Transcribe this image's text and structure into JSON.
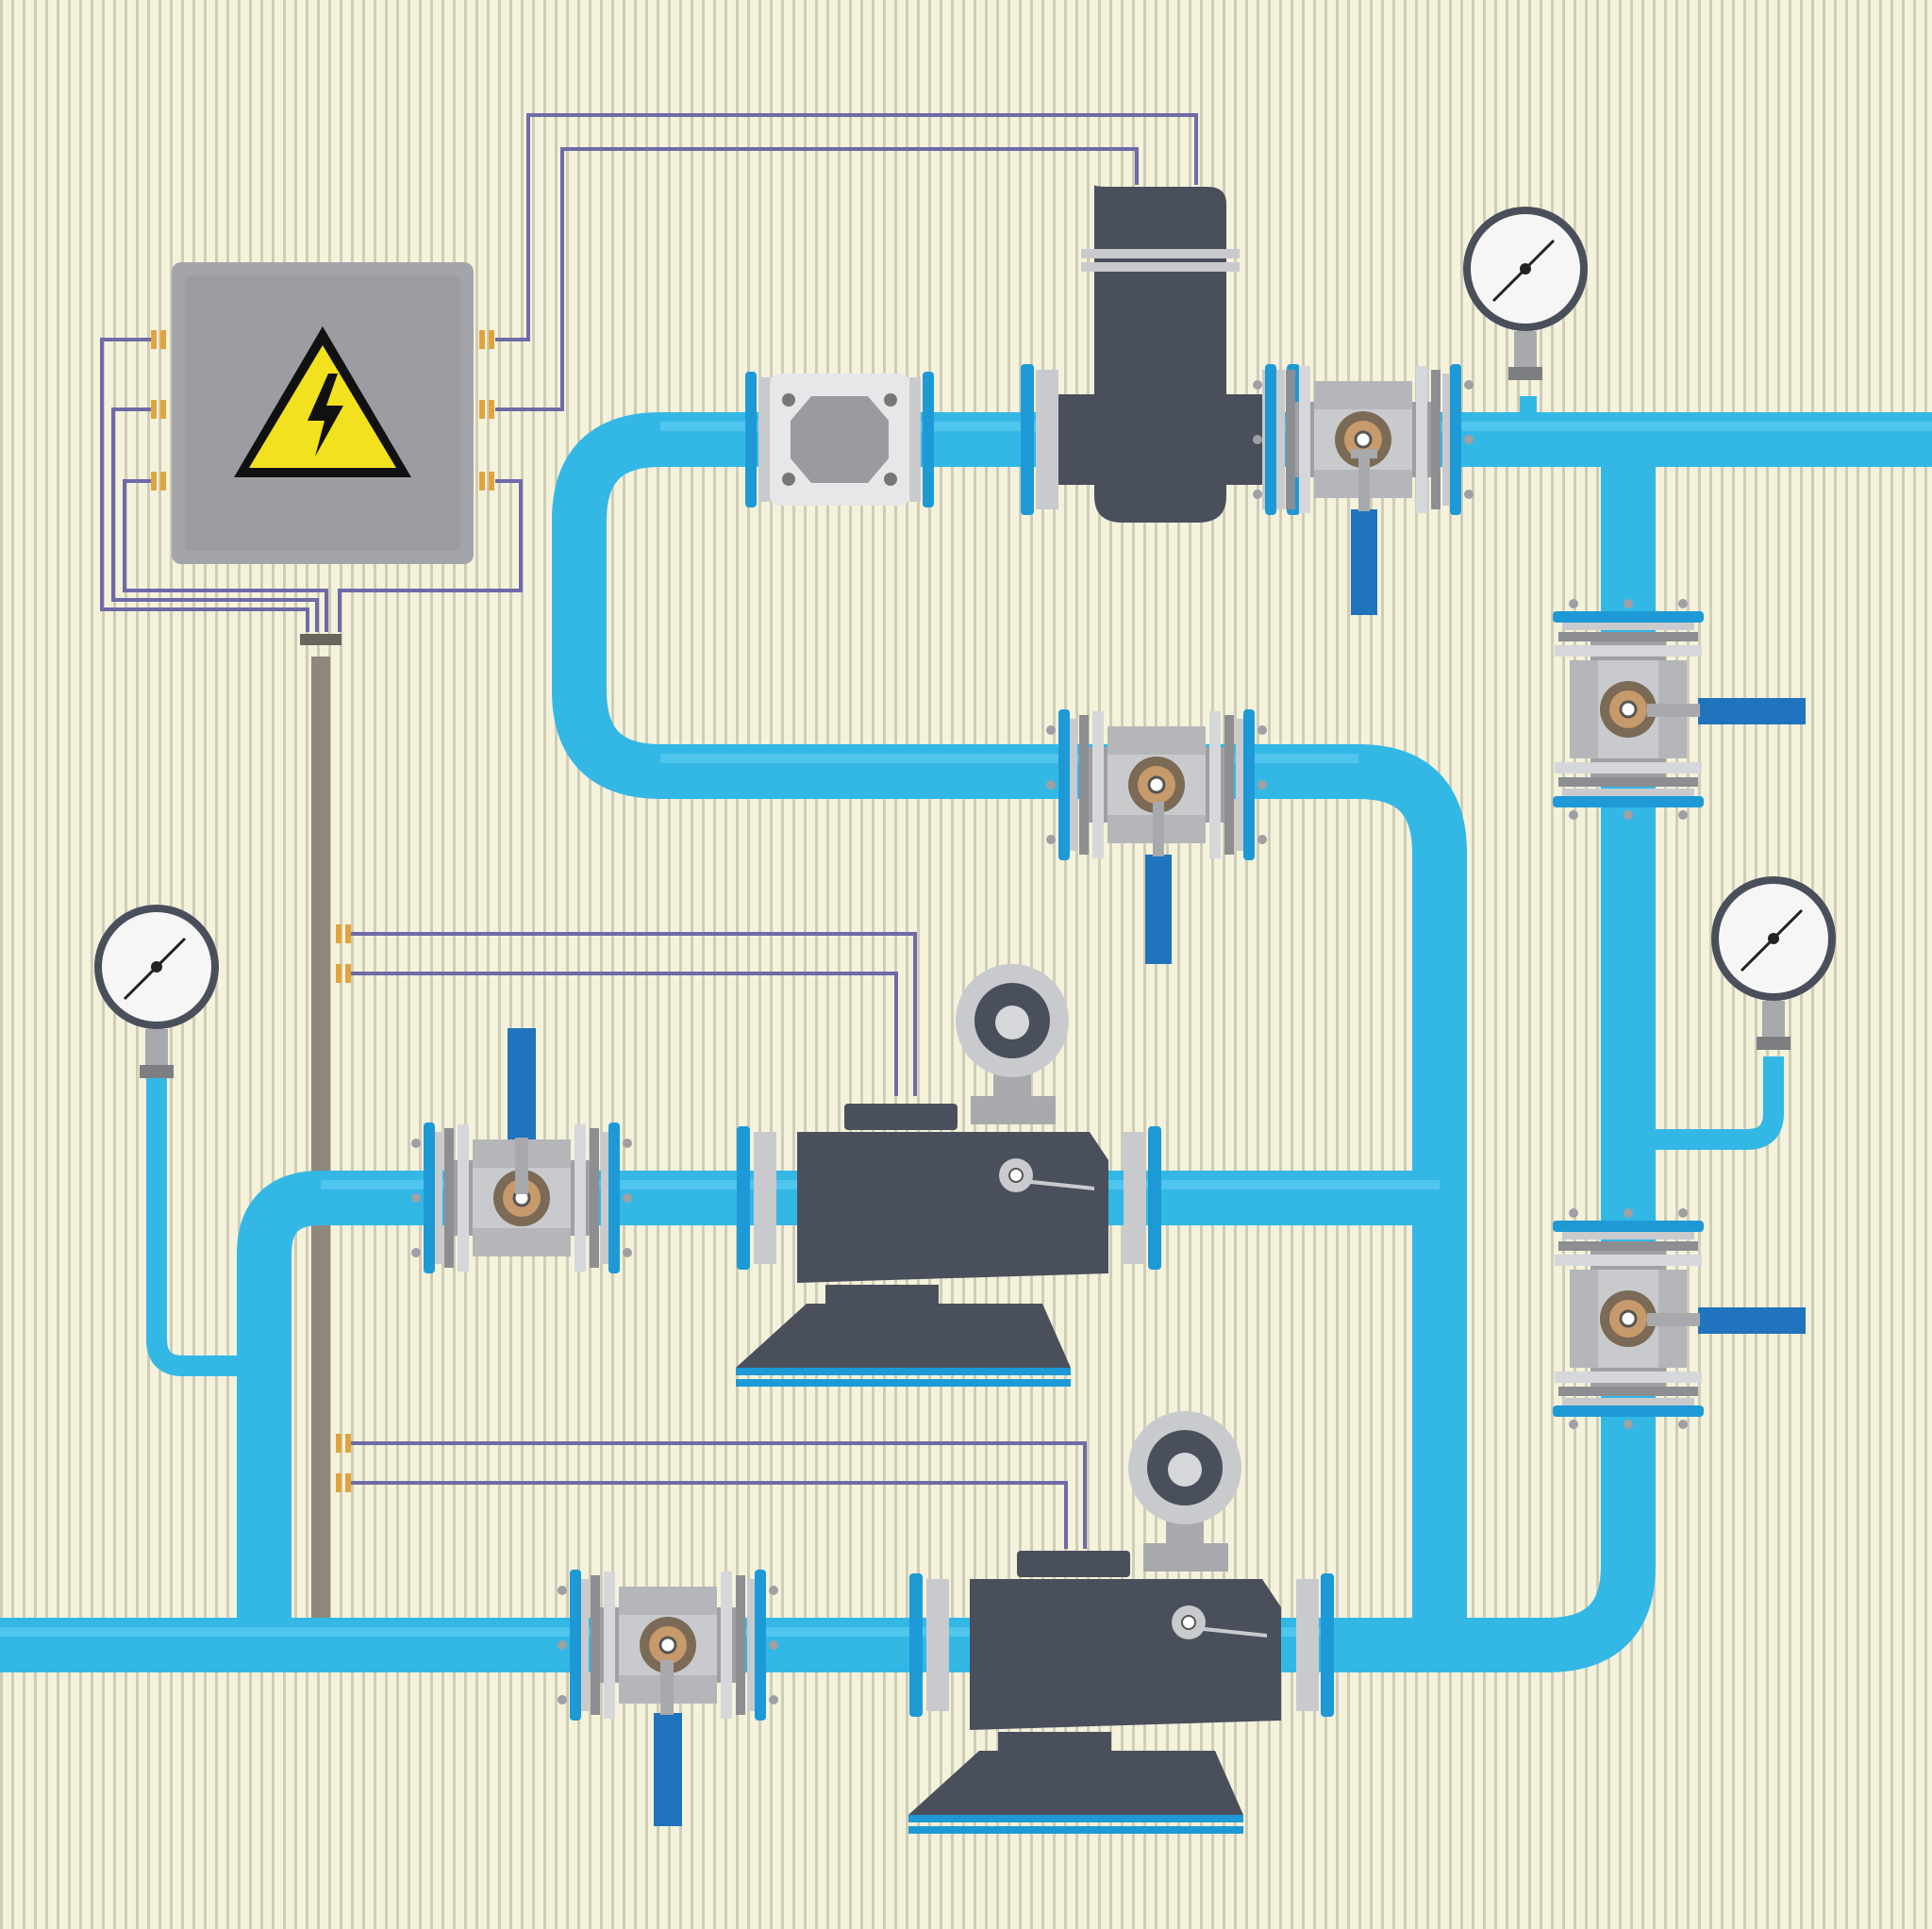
{
  "diagram": {
    "colors": {
      "background": "#f5f2dc",
      "stripe": "#c9c6b2",
      "pipe": "#33b8e6",
      "pipe_highlight": "#5ccbf0",
      "flange_blue": "#1d9ad6",
      "valve_body": "#a8a9ad",
      "valve_light": "#d2d3d6",
      "actuator_dark": "#4a4f5c",
      "handle_blue": "#1f74bd",
      "wire": "#6f6aa8",
      "terminal": "#e0a43c",
      "cabinet": "#a4a5aa",
      "warning_yellow": "#f2e11e",
      "conduit": "#8f877b"
    },
    "icons": [
      "high-voltage-warning-icon",
      "pressure-gauge-icon",
      "ball-valve-icon",
      "filter-icon",
      "pressure-regulator-icon"
    ],
    "components": {
      "control_cabinet": "control-cabinet",
      "gauges": [
        "pressure-gauge-top",
        "pressure-gauge-left",
        "pressure-gauge-right"
      ],
      "ball_valves": [
        "ball-valve-top",
        "ball-valve-middle",
        "ball-valve-left",
        "ball-valve-bottom",
        "ball-valve-vertical-upper",
        "ball-valve-vertical-lower"
      ],
      "regulators": [
        "pressure-regulator-upper",
        "pressure-regulator-lower"
      ],
      "filters": [
        "gas-filter",
        "strainer"
      ]
    }
  }
}
